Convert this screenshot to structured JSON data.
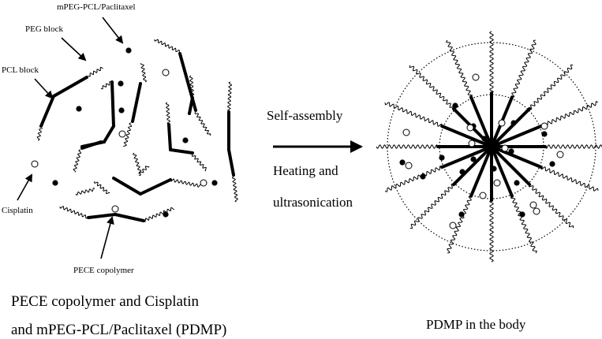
{
  "labels": {
    "mpeg": "mPEG-PCL/Paclitaxel",
    "peg_block": "PEG block",
    "pcl_block": "PCL block",
    "cisplatin": "Cisplatin",
    "pece": "PECE copolymer",
    "self_assembly": "Self-assembly",
    "heating_line1": "Heating and",
    "heating_line2": "ultrasonication",
    "caption_left_line1": "PECE copolymer and Cisplatin",
    "caption_left_line2": "and mPEG-PCL/Paclitaxel (PDMP)",
    "caption_right": "PDMP in the body"
  },
  "colors": {
    "ink": "#000000",
    "background": "#ffffff"
  },
  "legend_symbols": {
    "paclitaxel": "filled-dot",
    "cisplatin": "open-circle"
  }
}
